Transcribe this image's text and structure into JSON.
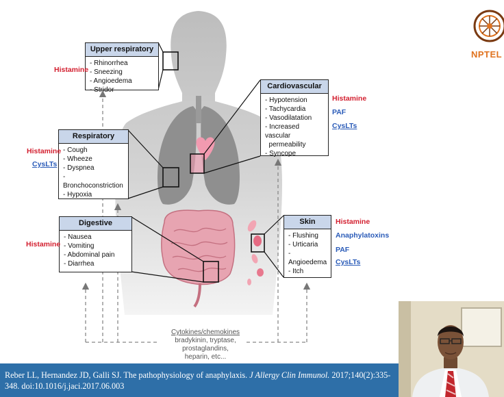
{
  "logo": {
    "text": "NPTEL"
  },
  "boxes": {
    "upper": {
      "title": "Upper respiratory",
      "items": [
        "- Rhinorrhea",
        "- Sneezing",
        "- Angioedema",
        "- Stridor"
      ]
    },
    "resp": {
      "title": "Respiratory",
      "items": [
        "- Cough",
        "- Wheeze",
        "- Dyspnea",
        "- Bronchoconstriction",
        "- Hypoxia"
      ]
    },
    "dig": {
      "title": "Digestive",
      "items": [
        "- Nausea",
        "- Vomiting",
        "- Abdominal pain",
        "- Diarrhea"
      ]
    },
    "cardio": {
      "title": "Cardiovascular",
      "items": [
        "- Hypotension",
        "- Tachycardia",
        "- Vasodilatation",
        "- Increased vascular",
        "  permeability",
        "- Syncope"
      ]
    },
    "skin": {
      "title": "Skin",
      "items": [
        "- Flushing",
        "- Urticaria",
        "- Angioedema",
        "- Itch"
      ]
    }
  },
  "mediators": {
    "upper": [
      "Histamine"
    ],
    "resp": [
      "Histamine",
      "CysLTs"
    ],
    "dig": [
      "Histamine"
    ],
    "cardio": [
      "Histamine",
      "PAF",
      "CysLTs"
    ],
    "skin": [
      "Histamine",
      "Anaphylatoxins",
      "PAF",
      "CysLTs"
    ]
  },
  "bottom_mediators": {
    "line1": "Cytokines/chemokines",
    "line2": "bradykinin, tryptase,",
    "line3": "prostaglandins,",
    "line4": "heparin, etc..."
  },
  "citation": {
    "authors": "Reber LL, Hernandez JD, Galli SJ. The pathophysiology of anaphylaxis.",
    "journal": "J Allergy Clin Immunol.",
    "details": "2017;140(2):335-348. doi:10.1016/j.jaci.2017.06.003"
  },
  "colors": {
    "histamine": "#d32030",
    "mediator_blue": "#2a5bb8",
    "box_header": "#c9d6ea",
    "citation_bg": "#2e6fa8",
    "logo_orange": "#e0731f"
  }
}
